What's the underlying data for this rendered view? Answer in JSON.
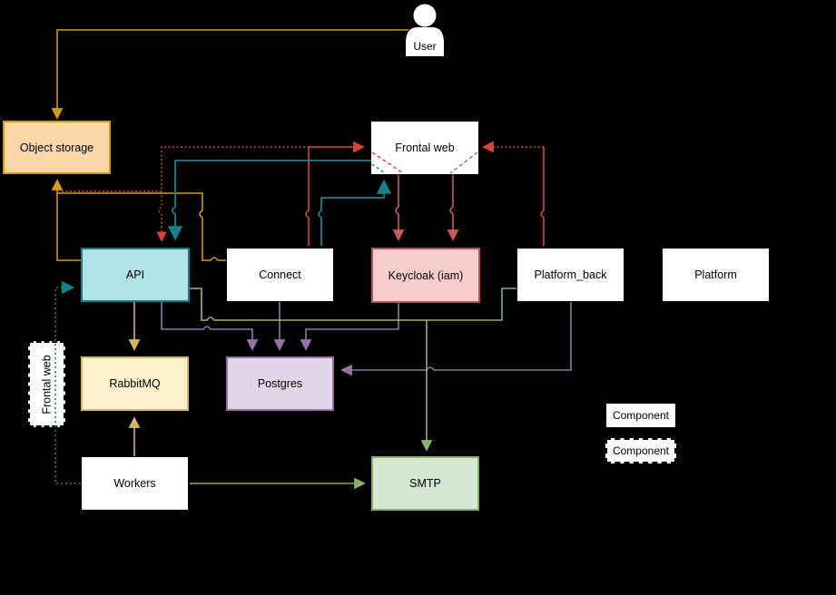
{
  "diagram": {
    "nodes": {
      "user": "User",
      "object_storage": "Object storage",
      "frontal_web": "Frontal web",
      "api": "API",
      "connect": "Connect",
      "keycloak": "Keycloak (iam)",
      "platform_back": "Platform_back",
      "platform": "Platform",
      "rabbitmq": "RabbitMQ",
      "postgres": "Postgres",
      "workers": "Workers",
      "smtp": "SMTP",
      "frontal_web_boundary": "Frontal web"
    },
    "legend": {
      "component_solid": "Component",
      "component_dashed": "Component"
    },
    "colors": {
      "background": "#000000",
      "edge_orange": "#D79B00",
      "edge_red": "#E0432D",
      "edge_red_muted": "#CC5A52",
      "edge_teal": "#11848E",
      "edge_yellow": "#D6B656",
      "edge_purple": "#9673A6",
      "edge_green": "#82B366",
      "edge_olive": "#A8B45C",
      "object_storage_fill": "#FAD7A8",
      "api_fill": "#B0E3E6",
      "keycloak_fill": "#F8CECC",
      "rabbitmq_fill": "#FFF2CC",
      "postgres_fill": "#E1D5E7",
      "smtp_fill": "#D5E8D4"
    }
  }
}
